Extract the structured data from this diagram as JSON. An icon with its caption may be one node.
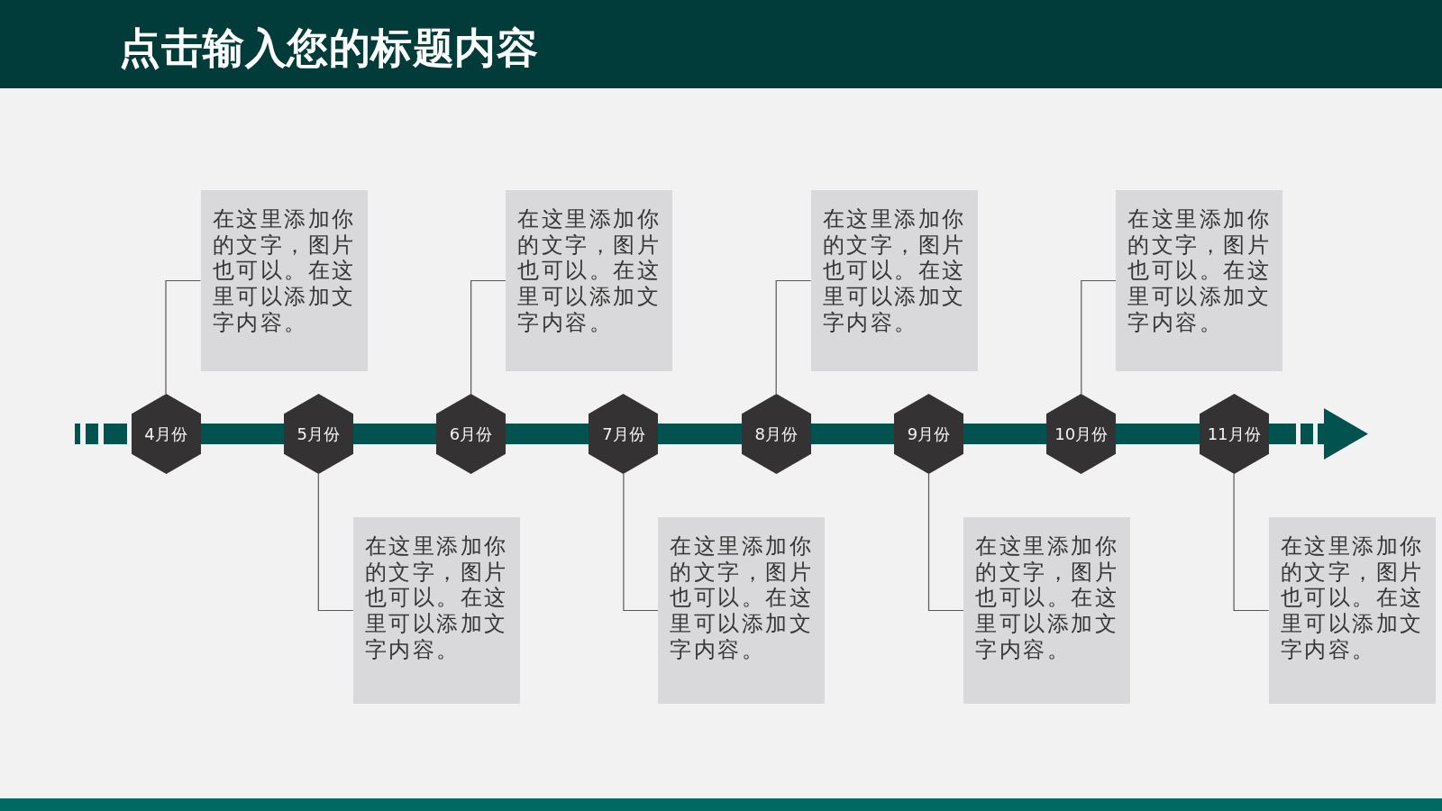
{
  "diagram": {
    "title": "点击输入您的标题内容",
    "nodes": [
      {
        "text": [
          "4月份"
        ]
      },
      {
        "text": [
          "在这里添加你的文字，图片也可以。在这里可以添加文字内容。"
        ]
      },
      {
        "text": [
          "5月份"
        ]
      },
      {
        "text": [
          "在这里添加你的文字，图片也可以。在这里可以添加文字内容。"
        ]
      },
      {
        "text": [
          "6月份"
        ]
      },
      {
        "text": [
          "在这里添加你的文字，图片也可以。在这里可以添加文字内容。"
        ]
      },
      {
        "text": [
          "7月份"
        ]
      },
      {
        "text": [
          "在这里添加你的文字，图片也可以。在这里可以添加文字内容。"
        ]
      },
      {
        "text": [
          "8月份"
        ]
      },
      {
        "text": [
          "在这里添加你的文字，图片也可以。在这里可以添加文字内容。"
        ]
      },
      {
        "text": [
          "9月份"
        ]
      },
      {
        "text": [
          "在这里添加你的文字，图片也可以。在这里可以添加文字内容。"
        ]
      },
      {
        "text": [
          "10月份"
        ]
      },
      {
        "text": [
          "在这里添加你的文字，图片也可以。在这里可以添加文字内容。"
        ]
      },
      {
        "text": [
          "11月份"
        ]
      },
      {
        "text": [
          "在这里添加你的文字，图片也可以。在这里可以添加文字内容。"
        ]
      }
    ],
    "edges": [
      {
        "from": 0,
        "to": 1,
        "arrow": "none"
      },
      {
        "from": 2,
        "to": 3,
        "arrow": "none"
      },
      {
        "from": 4,
        "to": 5,
        "arrow": "none"
      },
      {
        "from": 6,
        "to": 7,
        "arrow": "none"
      },
      {
        "from": 8,
        "to": 9,
        "arrow": "none"
      },
      {
        "from": 10,
        "to": 11,
        "arrow": "none"
      },
      {
        "from": 12,
        "to": 13,
        "arrow": "none"
      },
      {
        "from": 14,
        "to": 15,
        "arrow": "none"
      }
    ]
  }
}
